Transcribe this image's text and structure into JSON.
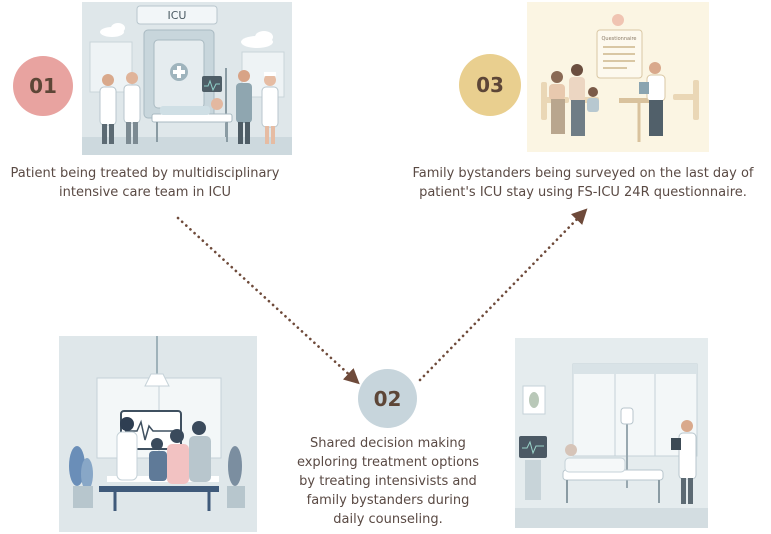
{
  "steps": [
    {
      "number": "01",
      "color": "#e8a3a0",
      "caption_lines": [
        "Patient being treated by multidisciplinary",
        "intensive care team in ICU"
      ],
      "sign": "ICU"
    },
    {
      "number": "02",
      "color": "#c7d5dc",
      "caption_lines": [
        "Shared decision making",
        "exploring treatment options",
        "by treating intensivists and",
        "family bystanders during",
        "daily counseling."
      ]
    },
    {
      "number": "03",
      "color": "#e9cf8f",
      "caption_lines": [
        "Family bystanders being surveyed on the last day of",
        "patient's ICU stay using FS-ICU 24R questionnaire."
      ],
      "board_title": "Questionnaire"
    }
  ],
  "colors": {
    "arrow": "#6e4a3a",
    "text": "#5a4a44",
    "illustration_bg_blue": "#dfe7ea",
    "illustration_bg_cream": "#fbf5e3"
  }
}
